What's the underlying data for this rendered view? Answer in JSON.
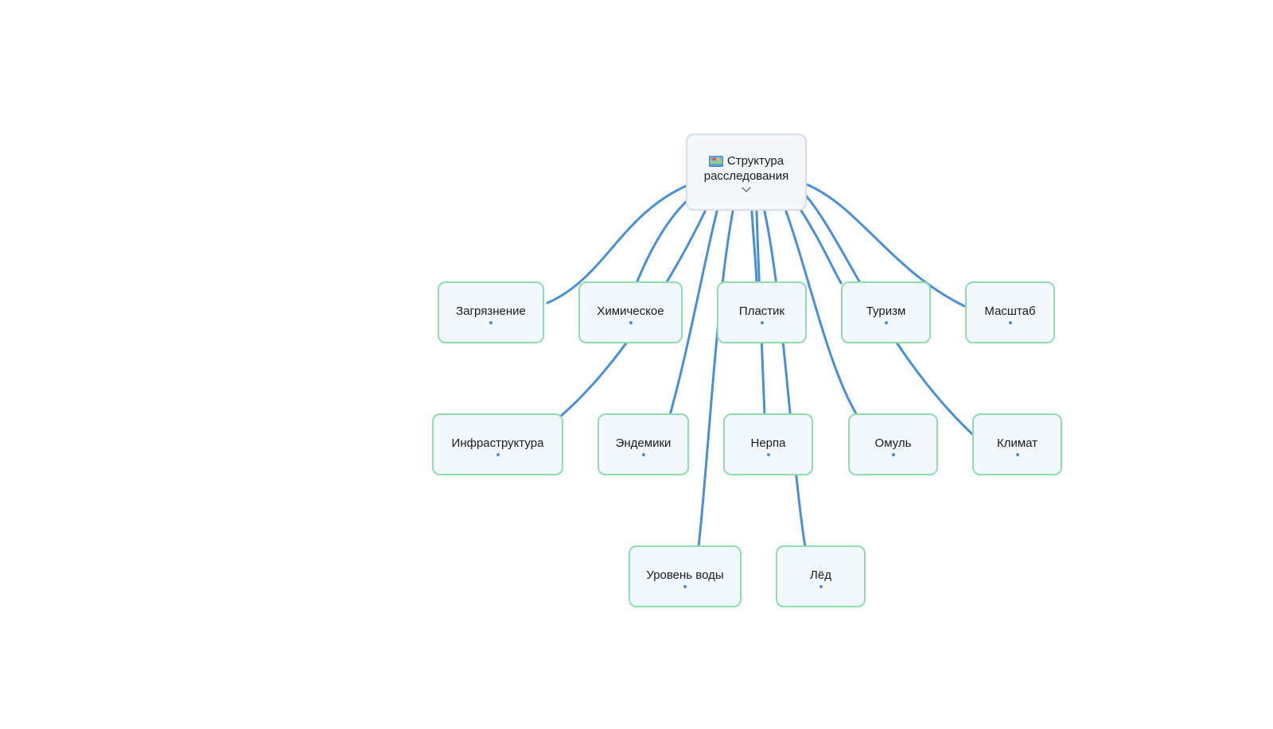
{
  "root": {
    "icon": "map-icon",
    "title_line1": "Структура",
    "title_line2": "расследования",
    "toggle_icon": "chevron-down-icon"
  },
  "nodes": [
    {
      "id": "pollution",
      "label": "Загрязнение"
    },
    {
      "id": "chemical",
      "label": "Химическое"
    },
    {
      "id": "plastic",
      "label": "Пластик"
    },
    {
      "id": "tourism",
      "label": "Туризм"
    },
    {
      "id": "scale",
      "label": "Масштаб"
    },
    {
      "id": "infrastructure",
      "label": "Инфраструктура"
    },
    {
      "id": "endemics",
      "label": "Эндемики"
    },
    {
      "id": "nerpa",
      "label": "Нерпа"
    },
    {
      "id": "omul",
      "label": "Омуль"
    },
    {
      "id": "climate",
      "label": "Климат"
    },
    {
      "id": "water-level",
      "label": "Уровень воды"
    },
    {
      "id": "ice",
      "label": "Лёд"
    }
  ],
  "colors": {
    "link": "#4a8fd6",
    "node_border": "#8fdcb0",
    "node_fill": "#f3f8fd",
    "root_border": "#d5dde6"
  }
}
